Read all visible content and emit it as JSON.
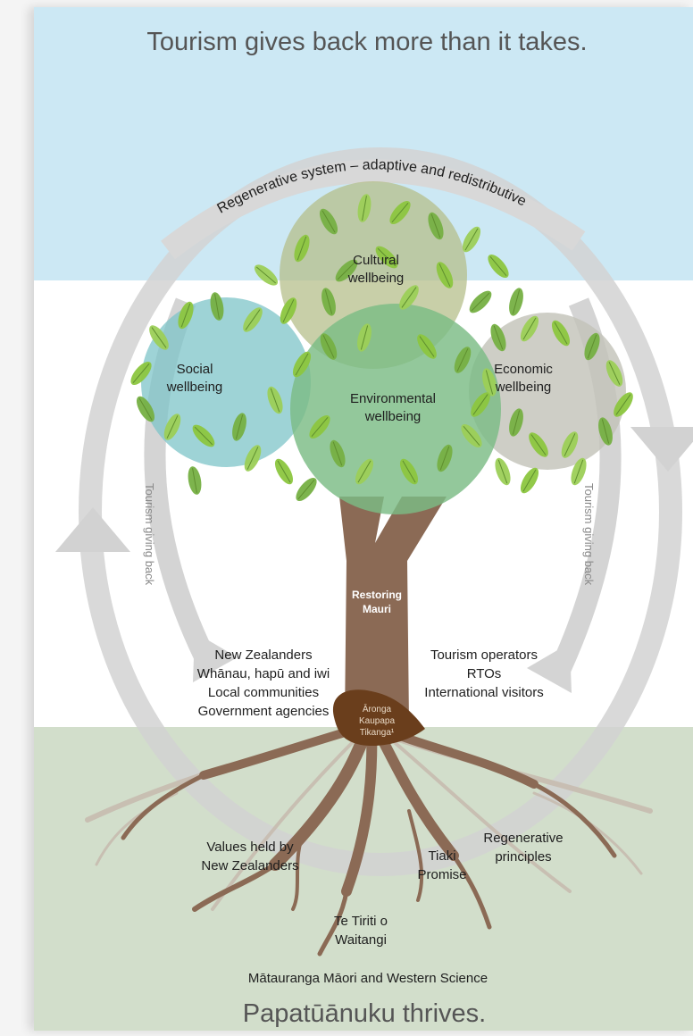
{
  "header_title": "Tourism gives back more than it takes.",
  "footer_title": "Papatūānuku thrives.",
  "arc_label": "Regenerative system – adaptive and redistributive",
  "side_labels": {
    "left": "Tourism giving back",
    "right": "Tourism giving back"
  },
  "canopy": {
    "cultural": [
      "Cultural",
      "wellbeing"
    ],
    "social": [
      "Social",
      "wellbeing"
    ],
    "environmental": [
      "Environmental",
      "wellbeing"
    ],
    "economic": [
      "Economic",
      "wellbeing"
    ]
  },
  "trunk_label": [
    "Restoring",
    "Mauri"
  ],
  "seed_label": [
    "Āronga",
    "Kaupapa",
    "Tikanga¹"
  ],
  "left_groups": [
    "New Zealanders",
    "Whānau, hapū and iwi",
    "Local communities",
    "Government agencies"
  ],
  "right_groups": [
    "Tourism operators",
    "RTOs",
    "International visitors"
  ],
  "roots": {
    "values": [
      "Values held by",
      "New Zealanders"
    ],
    "tiaki": [
      "Tiaki",
      "Promise"
    ],
    "regen": [
      "Regenerative",
      "principles"
    ],
    "tiriti": [
      "Te Tiriti o",
      "Waitangi"
    ],
    "science": "Mātauranga Māori and Western Science"
  },
  "colors": {
    "sky": "#cce8f4",
    "ground": "#d2decb",
    "trunk": "#8b6a55",
    "seed": "#6a3e1c",
    "leaf": "#7cb342",
    "cycle": "#cfcfcf"
  }
}
